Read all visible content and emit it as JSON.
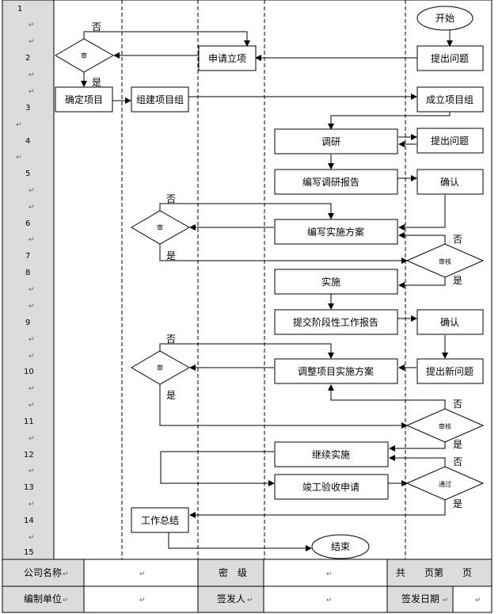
{
  "rows": [
    "1",
    "2",
    "3",
    "4",
    "5",
    "6",
    "7",
    "8",
    "9",
    "10",
    "11",
    "12",
    "13",
    "14",
    "15"
  ],
  "flow": {
    "start": "开始",
    "raise_issue_1": "提出问题",
    "apply_project": "申请立项",
    "decision_1": "审",
    "no_1": "否",
    "yes_1": "是",
    "confirm_project": "确定项目",
    "form_group_1": "组建项目组",
    "form_group_2": "成立项目组",
    "research": "调研",
    "raise_issue_2": "提出问题",
    "write_report": "编写调研报告",
    "confirm_1": "确认",
    "decision_2": "审",
    "no_2": "否",
    "yes_2": "是",
    "write_plan": "编写实施方案",
    "review_1": "审核",
    "no_3": "否",
    "yes_3": "是",
    "implement": "实施",
    "stage_report": "提交阶段性工作报告",
    "confirm_2": "确认",
    "decision_3": "审",
    "no_4": "否",
    "yes_4": "是",
    "adjust_plan": "调整项目实施方案",
    "raise_new": "提出新问题",
    "review_2": "审核",
    "no_5": "否",
    "yes_5": "是",
    "continue_impl": "继续实施",
    "acceptance": "竣工验收申请",
    "pass": "通过",
    "no_6": "否",
    "yes_6": "是",
    "summary": "工作总结",
    "end": "结束"
  },
  "footer": {
    "company_label": "公司名称",
    "secret_label": "密　级",
    "pages_label": "共　　页第　　页",
    "unit_label": "编制单位",
    "signer_label": "签发人",
    "date_label": "签发日期"
  }
}
